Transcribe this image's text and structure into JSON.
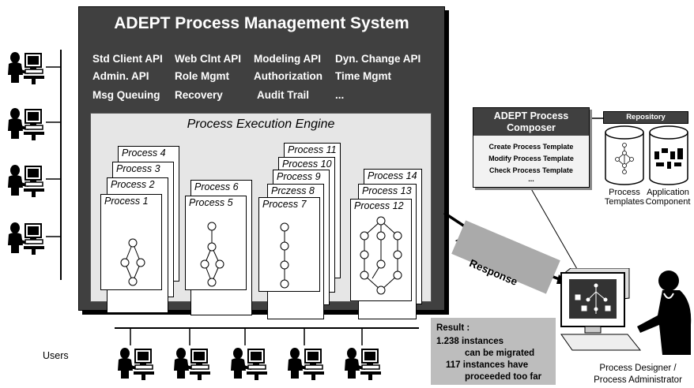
{
  "system": {
    "title": "ADEPT Process Management System",
    "apis": [
      [
        "Std Client API",
        "Web Clnt API",
        "Modeling API",
        "Dyn. Change API"
      ],
      [
        "Admin. API",
        "Role Mgmt",
        "Authorization",
        "Time Mgmt"
      ],
      [
        "Msg Queuing",
        "Recovery",
        "Audit Trail",
        "..."
      ]
    ]
  },
  "engine": {
    "title": "Process Execution Engine",
    "stacks": [
      [
        "Process 4",
        "Process 3",
        "Process 2",
        "Process 1"
      ],
      [
        "Process 6",
        "Process 5"
      ],
      [
        "Process 11",
        "Process 10",
        "Process 9",
        "Prczess 8",
        "Process 7"
      ],
      [
        "Process 14",
        "Process 13",
        "Process 12"
      ]
    ]
  },
  "composer": {
    "title_line1": "ADEPT Process",
    "title_line2": "Composer",
    "commands": [
      "Create Process Template",
      "Modify Process Template",
      "Check Process Template",
      "..."
    ]
  },
  "repository": {
    "title": "Repository",
    "process_templates_line1": "Process",
    "process_templates_line2": "Templates",
    "application_line1": "Application",
    "application_line2": "Component"
  },
  "response": {
    "label": "Response"
  },
  "result": {
    "heading": "Result :",
    "line1": "1.238 instances",
    "line2": "can be migrated",
    "line3": "117 instances have",
    "line4": "proceeded too far"
  },
  "users": {
    "label": "Users"
  },
  "designer": {
    "label_line1": "Process Designer /",
    "label_line2": "Process Administrator"
  },
  "icons": {
    "user": "user-at-computer-icon",
    "workstation": "workstation-icon",
    "designer": "process-designer-icon",
    "template_db": "database-icon"
  }
}
